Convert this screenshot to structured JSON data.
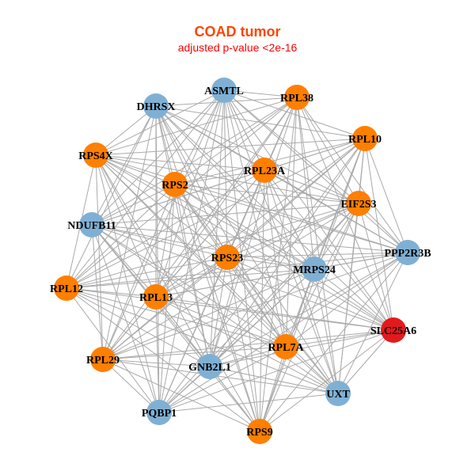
{
  "title": "COAD tumor",
  "subtitle": "adjusted p-value <2e-16",
  "colors": {
    "blue": "#7fb0d4",
    "orange": "#ff7f00",
    "red": "#e31a1c",
    "edge": "#aaaaaa"
  },
  "nodes": [
    {
      "name": "ASMTL",
      "group": "blue"
    },
    {
      "name": "DHRSX",
      "group": "blue"
    },
    {
      "name": "RPL38",
      "group": "orange"
    },
    {
      "name": "RPL10",
      "group": "orange"
    },
    {
      "name": "RPS4X",
      "group": "orange"
    },
    {
      "name": "RPS2",
      "group": "orange"
    },
    {
      "name": "RPL23A",
      "group": "orange"
    },
    {
      "name": "EIF2S3",
      "group": "orange"
    },
    {
      "name": "NDUFB11",
      "group": "blue"
    },
    {
      "name": "PPP2R3B",
      "group": "blue"
    },
    {
      "name": "RPS23",
      "group": "orange"
    },
    {
      "name": "MRPS24",
      "group": "blue"
    },
    {
      "name": "RPL12",
      "group": "orange"
    },
    {
      "name": "RPL13",
      "group": "orange"
    },
    {
      "name": "SLC25A6",
      "group": "red"
    },
    {
      "name": "RPL7A",
      "group": "orange"
    },
    {
      "name": "RPL29",
      "group": "orange"
    },
    {
      "name": "GNB2L1",
      "group": "blue"
    },
    {
      "name": "UXT",
      "group": "blue"
    },
    {
      "name": "PQBP1",
      "group": "blue"
    },
    {
      "name": "RPS9",
      "group": "orange"
    }
  ],
  "edges_mode": "all-pairs-except",
  "non_edges": [
    [
      "ASMTL",
      "DHRSX"
    ],
    [
      "RPL12",
      "RPL29"
    ],
    [
      "UXT",
      "RPS9"
    ],
    [
      "RPL38",
      "RPL10"
    ],
    [
      "PQBP1",
      "RPS9"
    ],
    [
      "NDUFB11",
      "RPL12"
    ],
    [
      "RPS4X",
      "NDUFB11"
    ],
    [
      "PPP2R3B",
      "SLC25A6"
    ]
  ]
}
